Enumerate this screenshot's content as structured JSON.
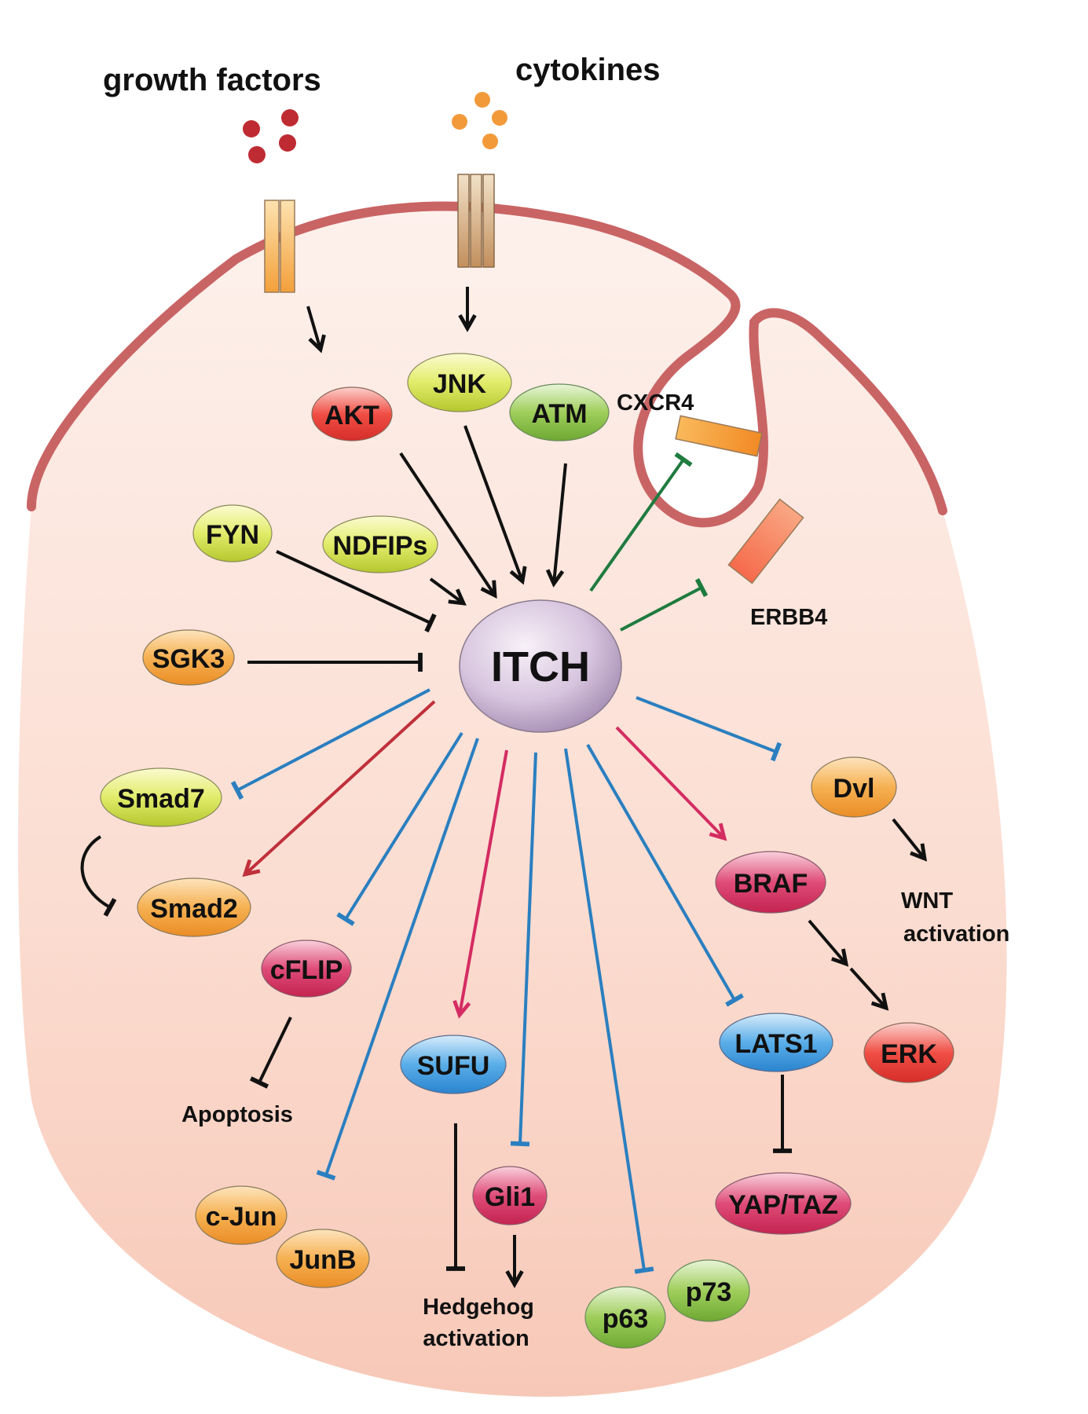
{
  "extracellular": {
    "growth_factors": "growth factors",
    "cytokines": "cytokines"
  },
  "hub": "ITCH",
  "upstream": {
    "akt": "AKT",
    "jnk": "JNK",
    "atm": "ATM",
    "fyn": "FYN",
    "ndfips": "NDFIPs",
    "sgk3": "SGK3"
  },
  "membrane_targets": {
    "cxcr4": "CXCR4",
    "erbb4": "ERBB4"
  },
  "downstream": {
    "smad7": "Smad7",
    "smad2": "Smad2",
    "cflip": "cFLIP",
    "cjun": "c-Jun",
    "junb": "JunB",
    "sufu": "SUFU",
    "gli1": "Gli1",
    "p63": "p63",
    "p73": "p73",
    "lats1": "LATS1",
    "yaptaz": "YAP/TAZ",
    "braf": "BRAF",
    "erk": "ERK",
    "dvl": "Dvl"
  },
  "outcomes": {
    "apoptosis": "Apoptosis",
    "hedgehog_1": "Hedgehog",
    "hedgehog_2": "activation",
    "wnt_1": "WNT",
    "wnt_2": "activation"
  },
  "colors": {
    "membrane": "#c96465",
    "cytoplasm": "#fbe4da",
    "activation": "#111111",
    "inhibition_blue": "#2a7fc0",
    "activation_red": "#c0303a",
    "activation_pink": "#d42c62",
    "inhibition_green": "#1e7b3e"
  }
}
